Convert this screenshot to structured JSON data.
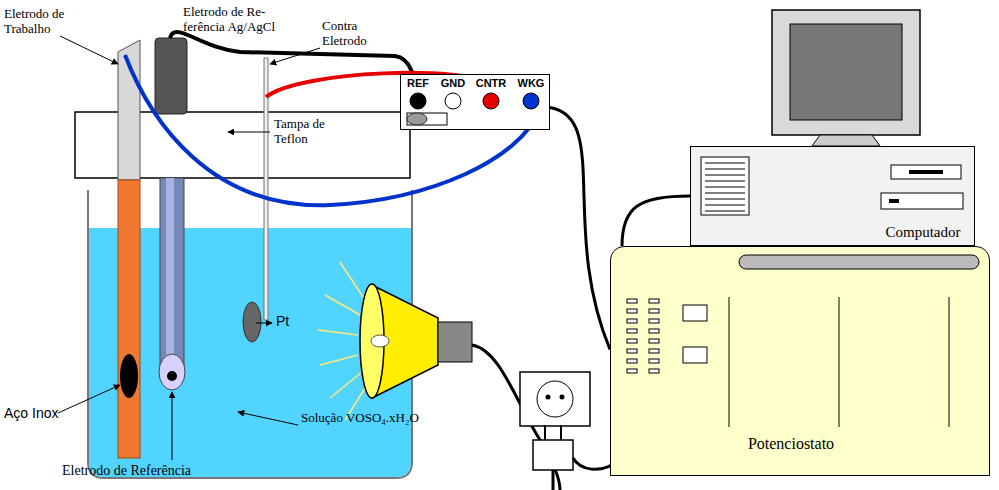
{
  "diagram": {
    "nodes": [
      {
        "text": [
          "REF",
          "GND",
          "CNTR",
          "WKG"
        ]
      },
      {
        "text": [
          "Computador"
        ]
      },
      {
        "text": [
          "Potenciostato"
        ]
      }
    ],
    "edges": [
      {
        "from": 0,
        "to": 2,
        "arrow": "none"
      },
      {
        "from": 1,
        "to": 2,
        "arrow": "none"
      }
    ],
    "labels": [
      "Eletrodo de Trabalho",
      "Eletrodo de Re- ferência Ag/AgCl",
      "Contra Eletrodo",
      "Tampa de Teflon",
      "Pt",
      "Aço Inox",
      "Eletrodo de Referência",
      "Solução VOSO₄.xH₂O"
    ]
  }
}
